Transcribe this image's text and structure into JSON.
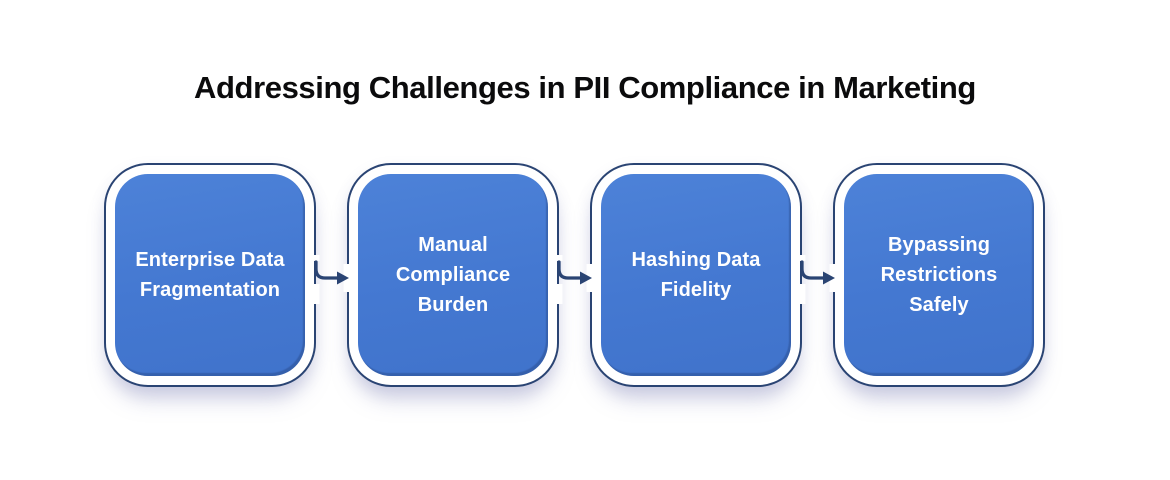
{
  "title": "Addressing Challenges in PII Compliance in Marketing",
  "diagram": {
    "type": "process-flow",
    "direction": "left-to-right",
    "steps": [
      {
        "id": "enterprise-data-fragmentation",
        "label": "Enterprise Data Fragmentation",
        "lines": [
          "Enterprise Data",
          "Fragmentation"
        ]
      },
      {
        "id": "manual-compliance-burden",
        "label": "Manual Compliance Burden",
        "lines": [
          "Manual",
          "Compliance",
          "Burden"
        ]
      },
      {
        "id": "hashing-data-fidelity",
        "label": "Hashing Data Fidelity",
        "lines": [
          "Hashing Data",
          "Fidelity"
        ]
      },
      {
        "id": "bypassing-restrictions-safely",
        "label": "Bypassing Restrictions Safely",
        "lines": [
          "Bypassing",
          "Restrictions",
          "Safely"
        ]
      }
    ],
    "connector_icon": "arrow-right"
  },
  "colors": {
    "background": "#ffffff",
    "title_text": "#0b0b0c",
    "box_fill": "#4478d1",
    "box_outline": "#2a4473",
    "arrow": "#2a4473",
    "step_text": "#ffffff",
    "shadow": "rgba(125,130,180,0.35)"
  }
}
